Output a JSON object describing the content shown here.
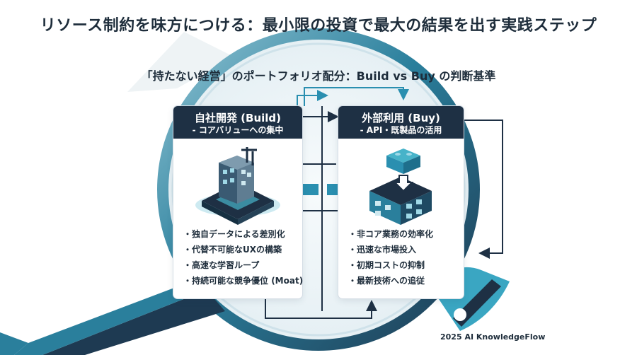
{
  "title": "リソース制約を味方につける：最小限の投資で最大の結果を出す実践ステップ",
  "subtitle": "「持たない経営」のポートフォリオ配分：Build vs Buy の判断基準",
  "build": {
    "title": "自社開発 (Build)",
    "subtitle": "- コアバリューへの集中",
    "icon": "building-construction-icon",
    "bullets": [
      "独自データによる差別化",
      "代替不可能なUXの構築",
      "高速な学習ループ",
      "持続可能な競争優位 (Moat)"
    ]
  },
  "buy": {
    "title": "外部利用 (Buy)",
    "subtitle": "- API・既製品の活用",
    "icon": "building-with-block-icon",
    "bullets": [
      "非コア業務の効率化",
      "迅速な市場投入",
      "初期コストの抑制",
      "最新技術への追従"
    ]
  },
  "exchange": {
    "left_label": "%",
    "right_label": "%"
  },
  "footer": "2025 AI KnowledgeFlow",
  "colors": {
    "navy": "#1e3044",
    "teal": "#2a8fb0",
    "cyan": "#47b3c9",
    "light": "#eaf3f7"
  }
}
